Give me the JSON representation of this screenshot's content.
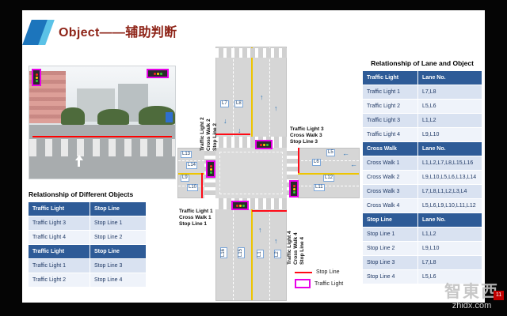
{
  "slide": {
    "title": "Object——辅助判断",
    "page": "11"
  },
  "watermark": {
    "brand": "智東西",
    "site": "zhidx.com"
  },
  "colors": {
    "accent_blue": "#1C75BC",
    "title_text": "#8E2418",
    "table_header_bg": "#2E5B97",
    "stop_line": "#FF0A16",
    "traffic_light_box": "#E800E8"
  },
  "diagram": {
    "labels": {
      "g1": "Traffic Light 1\nCross Walk 1\nStop Line 1",
      "g2": "Traffic Light 2\nCross Walk 2\nStop Line 2",
      "g3": "Traffic Light 3\nCross Walk 3\nStop Line 3",
      "g4": "Traffic Light 4\nCross Walk 4\nStop Line 4"
    },
    "lanes": {
      "l1": "L1",
      "l2": "L2",
      "l5": "L5",
      "l6": "L6",
      "l7": "L7",
      "l8": "L8",
      "l9": "L9",
      "l10": "L10",
      "l11": "L11",
      "l12": "L12",
      "l13": "L13",
      "l14": "L14",
      "l15": "L15",
      "l16": "L16"
    },
    "arrows": {
      "up": "↑",
      "down": "↓",
      "left": "←",
      "right": "→"
    },
    "legend": {
      "stop_line": "Stop Line",
      "traffic_light": "Traffic Light"
    }
  },
  "left_table": {
    "title": "Relationship of Different Objects",
    "col1": "Traffic Light",
    "col2": "Stop Line",
    "sections": [
      {
        "rows": [
          [
            "Traffic Light 3",
            "Stop Line 1"
          ],
          [
            "Traffic Light 4",
            "Stop Line 2"
          ]
        ]
      },
      {
        "rows": [
          [
            "Traffic Light 1",
            "Stop Line 3"
          ],
          [
            "Traffic Light 2",
            "Stop Line 4"
          ]
        ]
      }
    ]
  },
  "right_table": {
    "title": "Relationship of Lane and Object",
    "lane_col": "Lane No.",
    "sections": [
      {
        "header": "Traffic Light",
        "rows": [
          [
            "Traffic Light 1",
            "L7,L8"
          ],
          [
            "Traffic Light 2",
            "L5,L6"
          ],
          [
            "Traffic Light 3",
            "L1,L2"
          ],
          [
            "Traffic Light 4",
            "L9,L10"
          ]
        ]
      },
      {
        "header": "Cross Walk",
        "rows": [
          [
            "Cross Walk 1",
            "L1,L2,L7,L8,L15,L16"
          ],
          [
            "Cross Walk 2",
            "L9,L10,L5,L6,L13,L14"
          ],
          [
            "Cross Walk 3",
            "L7,L8,L1,L2,L3,L4"
          ],
          [
            "Cross Walk 4",
            "L5,L6,L9,L10,L11,L12"
          ]
        ]
      },
      {
        "header": "Stop Line",
        "rows": [
          [
            "Stop Line 1",
            "L1,L2"
          ],
          [
            "Stop Line 2",
            "L9,L10"
          ],
          [
            "Stop Line 3",
            "L7,L8"
          ],
          [
            "Stop Line 4",
            "L5,L6"
          ]
        ]
      }
    ]
  }
}
